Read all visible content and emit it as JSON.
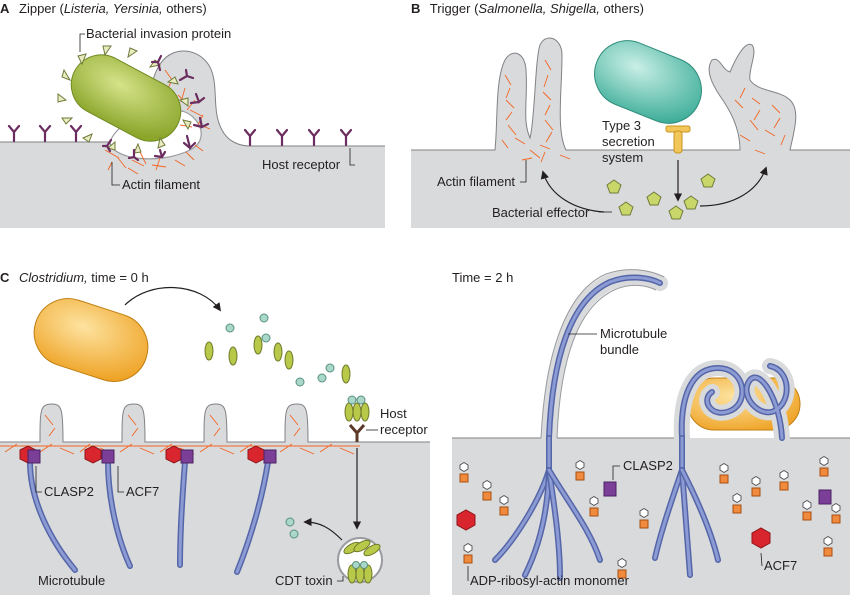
{
  "panels": {
    "a": {
      "letter": "A",
      "title_prefix": "Zipper (",
      "title_italic": "Listeria, Yersinia,",
      "title_suffix": " others)",
      "label_invasion": "Bacterial invasion protein",
      "label_receptor": "Host receptor",
      "label_actin": "Actin filament"
    },
    "b": {
      "letter": "B",
      "title_prefix": "Trigger (",
      "title_italic": "Salmonella, Shigella,",
      "title_suffix": " others)",
      "label_t3ss_1": "Type 3",
      "label_t3ss_2": "secretion",
      "label_t3ss_3": "system",
      "label_actin": "Actin filament",
      "label_effector": "Bacterial effector"
    },
    "c": {
      "letter": "C",
      "title_italic": "Clostridium,",
      "title_suffix": " time = 0 h",
      "label_host_1": "Host",
      "label_host_2": "receptor",
      "label_clasp2": "CLASP2",
      "label_acf7": "ACF7",
      "label_microtubule": "Microtubule",
      "label_cdt": "CDT toxin"
    },
    "d": {
      "title": "Time =  2 h",
      "label_bundle_1": "Microtubule",
      "label_bundle_2": "bundle",
      "label_clasp2": "CLASP2",
      "label_acf7": "ACF7",
      "label_adp": "ADP-ribosyl-actin monomer"
    }
  },
  "colors": {
    "cell": "#d9dadc",
    "bacterium_green": "#a8c23a",
    "bacterium_teal": "#5dc3b0",
    "bacterium_yellow": "#f5b335",
    "actin": "#f26522",
    "receptor": "#6b2c5f",
    "microtubule": "#5566a8",
    "clasp2": "#7b3f98",
    "acf7": "#d9262e"
  }
}
